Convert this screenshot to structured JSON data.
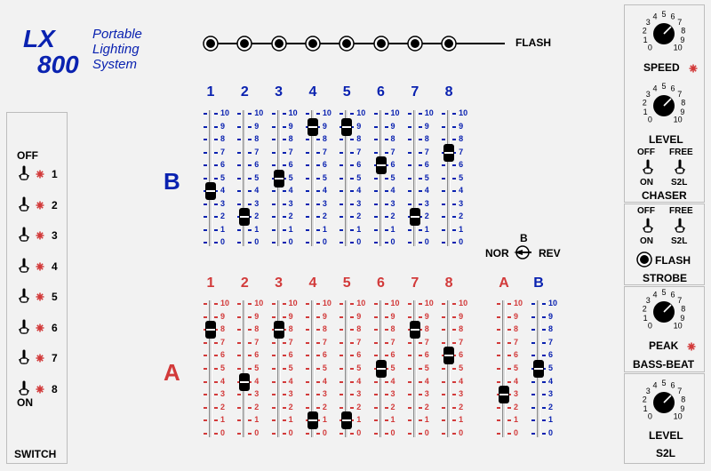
{
  "logo": {
    "model_line1": "LX",
    "model_line2": "800",
    "tagline_line1": "Portable",
    "tagline_line2": "Lighting",
    "tagline_line3": "System"
  },
  "flash": {
    "label": "FLASH",
    "button_count": 8
  },
  "bank_b": {
    "label": "B",
    "columns": [
      "1",
      "2",
      "3",
      "4",
      "5",
      "6",
      "7",
      "8"
    ],
    "levels": [
      4,
      2,
      5,
      9,
      9,
      6,
      2,
      7
    ],
    "ticks": [
      "10",
      "9",
      "8",
      "7",
      "6",
      "5",
      "4",
      "3",
      "2",
      "1",
      "0"
    ],
    "color": "#0a22b0"
  },
  "bank_a": {
    "label": "A",
    "columns": [
      "1",
      "2",
      "3",
      "4",
      "5",
      "6",
      "7",
      "8"
    ],
    "levels": [
      8,
      4,
      8,
      1,
      1,
      5,
      8,
      6
    ],
    "ticks": [
      "10",
      "9",
      "8",
      "7",
      "6",
      "5",
      "4",
      "3",
      "2",
      "1",
      "0"
    ],
    "color": "#d23a3a"
  },
  "masters": {
    "a": {
      "label": "A",
      "level": 3,
      "color": "#d23a3a"
    },
    "b": {
      "label": "B",
      "level": 5,
      "color": "#0a22b0"
    }
  },
  "direction": {
    "top": "B",
    "left": "NOR",
    "right": "REV"
  },
  "switch_panel": {
    "title": "SWITCH",
    "top_label": "OFF",
    "bottom_label": "ON",
    "items": [
      "1",
      "2",
      "3",
      "4",
      "5",
      "6",
      "7",
      "8"
    ]
  },
  "knob_scale": [
    "0",
    "1",
    "2",
    "3",
    "4",
    "5",
    "6",
    "7",
    "8",
    "9",
    "10"
  ],
  "speed": {
    "label": "SPEED"
  },
  "chaser": {
    "level_label": "LEVEL",
    "title": "CHASER",
    "sw1_top": "OFF",
    "sw1_bottom": "ON",
    "sw2_top": "FREE",
    "sw2_bottom": "S2L"
  },
  "strobe": {
    "title": "STROBE",
    "sw1_top": "OFF",
    "sw1_bottom": "ON",
    "sw2_top": "FREE",
    "sw2_bottom": "S2L",
    "flash_label": "FLASH"
  },
  "bass_beat": {
    "peak_label": "PEAK",
    "title": "BASS-BEAT"
  },
  "s2l": {
    "level_label": "LEVEL",
    "title": "S2L"
  },
  "colors": {
    "indicator": "#d23a3a",
    "accent_blue": "#0a22b0",
    "accent_red": "#d23a3a"
  }
}
